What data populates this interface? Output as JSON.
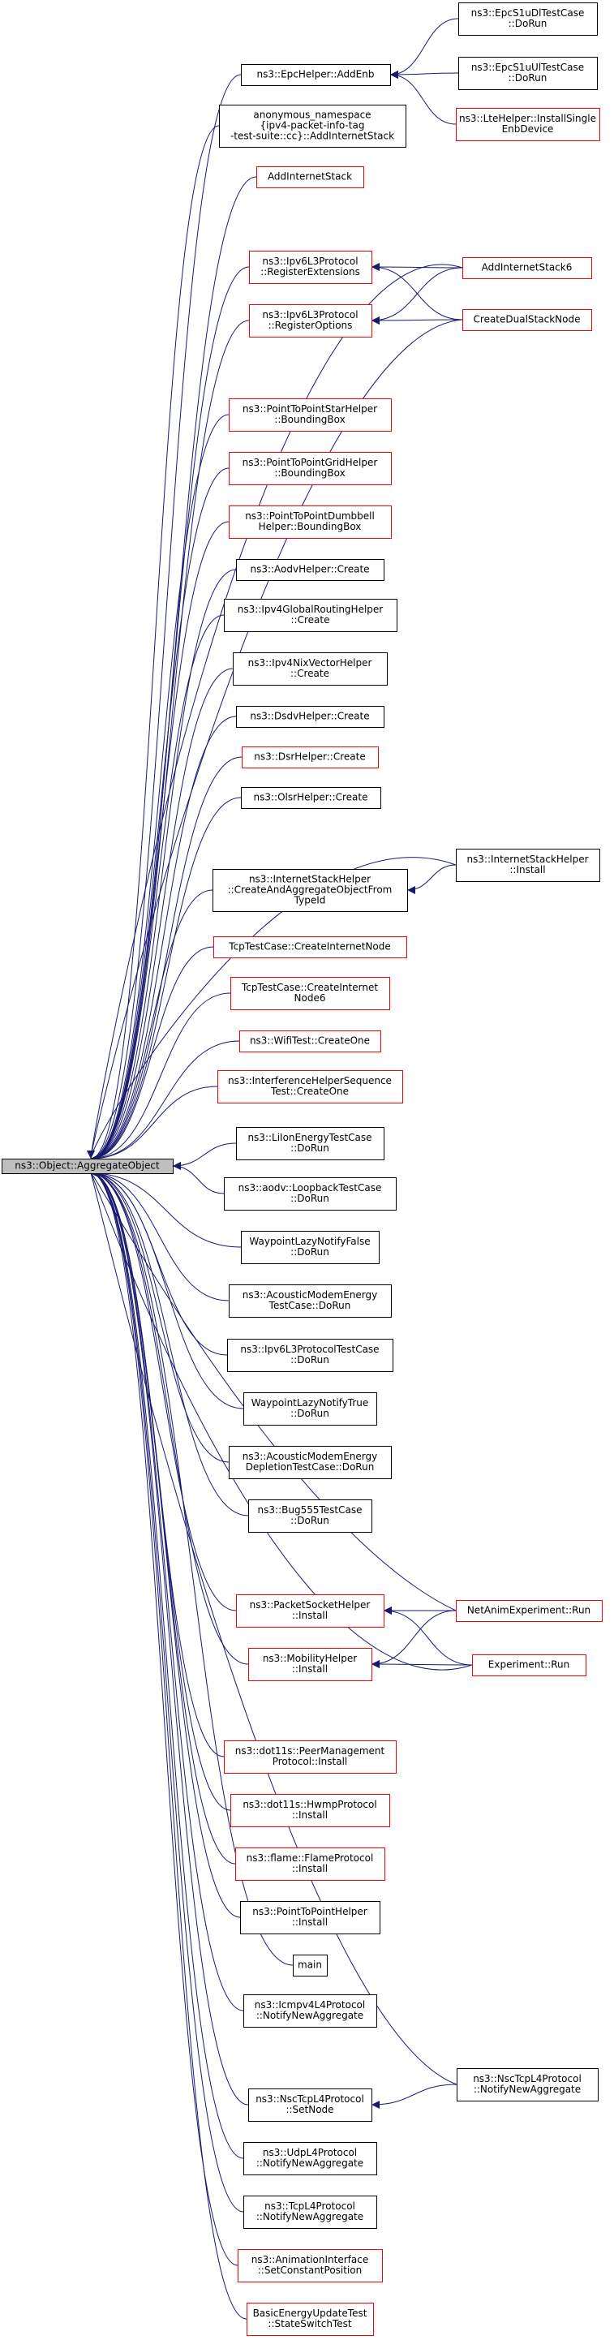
{
  "colors": {
    "edge": "#191970",
    "normal_border": "#000000",
    "red_border": "#ff0000",
    "root_fill": "#bfbfbf",
    "node_fill": "#ffffff"
  },
  "root": {
    "id": "root",
    "lines": [
      "ns3::Object::AggregateObject"
    ]
  },
  "nodes": [
    {
      "id": "epc_addenb",
      "lines": [
        "ns3::EpcHelper::AddEnb"
      ],
      "style": "black"
    },
    {
      "id": "epc_dl",
      "lines": [
        "ns3::EpcS1uDlTestCase",
        "::DoRun"
      ],
      "style": "black"
    },
    {
      "id": "epc_ul",
      "lines": [
        "ns3::EpcS1uUlTestCase",
        "::DoRun"
      ],
      "style": "black"
    },
    {
      "id": "lte_install",
      "lines": [
        "ns3::LteHelper::InstallSingle",
        "EnbDevice"
      ],
      "style": "red"
    },
    {
      "id": "anon_ns",
      "lines": [
        "anonymous_namespace",
        "{ipv4-packet-info-tag",
        "-test-suite::cc}::AddInternetStack"
      ],
      "style": "black"
    },
    {
      "id": "add_inet_stack",
      "lines": [
        "AddInternetStack"
      ],
      "style": "red"
    },
    {
      "id": "ipv6_regext",
      "lines": [
        "ns3::Ipv6L3Protocol",
        "::RegisterExtensions"
      ],
      "style": "red"
    },
    {
      "id": "add_inet_stack6",
      "lines": [
        "AddInternetStack6"
      ],
      "style": "red"
    },
    {
      "id": "ipv6_regopt",
      "lines": [
        "ns3::Ipv6L3Protocol",
        "::RegisterOptions"
      ],
      "style": "red"
    },
    {
      "id": "create_dual",
      "lines": [
        "CreateDualStackNode"
      ],
      "style": "red"
    },
    {
      "id": "p2p_star",
      "lines": [
        "ns3::PointToPointStarHelper",
        "::BoundingBox"
      ],
      "style": "red"
    },
    {
      "id": "p2p_grid",
      "lines": [
        "ns3::PointToPointGridHelper",
        "::BoundingBox"
      ],
      "style": "red"
    },
    {
      "id": "p2p_dumbbell",
      "lines": [
        "ns3::PointToPointDumbbell",
        "Helper::BoundingBox"
      ],
      "style": "red"
    },
    {
      "id": "aodv_create",
      "lines": [
        "ns3::AodvHelper::Create"
      ],
      "style": "black"
    },
    {
      "id": "ipv4grh_create",
      "lines": [
        "ns3::Ipv4GlobalRoutingHelper",
        "::Create"
      ],
      "style": "black"
    },
    {
      "id": "ipv4nix_create",
      "lines": [
        "ns3::Ipv4NixVectorHelper",
        "::Create"
      ],
      "style": "black"
    },
    {
      "id": "dsdv_create",
      "lines": [
        "ns3::DsdvHelper::Create"
      ],
      "style": "black"
    },
    {
      "id": "dsr_create",
      "lines": [
        "ns3::DsrHelper::Create"
      ],
      "style": "red"
    },
    {
      "id": "olsr_create",
      "lines": [
        "ns3::OlsrHelper::Create"
      ],
      "style": "black"
    },
    {
      "id": "ish_install",
      "lines": [
        "ns3::InternetStackHelper",
        "::Install"
      ],
      "style": "black"
    },
    {
      "id": "ish_create",
      "lines": [
        "ns3::InternetStackHelper",
        "::CreateAndAggregateObjectFrom",
        "TypeId"
      ],
      "style": "black"
    },
    {
      "id": "tcp_cin",
      "lines": [
        "TcpTestCase::CreateInternetNode"
      ],
      "style": "red"
    },
    {
      "id": "tcp_cin6",
      "lines": [
        "TcpTestCase::CreateInternet",
        "Node6"
      ],
      "style": "red"
    },
    {
      "id": "wifi_createone",
      "lines": [
        "ns3::WifiTest::CreateOne"
      ],
      "style": "red"
    },
    {
      "id": "interference",
      "lines": [
        "ns3::InterferenceHelperSequence",
        "Test::CreateOne"
      ],
      "style": "red"
    },
    {
      "id": "liion",
      "lines": [
        "ns3::LiIonEnergyTestCase",
        "::DoRun"
      ],
      "style": "black"
    },
    {
      "id": "aodv_loop",
      "lines": [
        "ns3::aodv::LoopbackTestCase",
        "::DoRun"
      ],
      "style": "black"
    },
    {
      "id": "waypoint_false",
      "lines": [
        "WaypointLazyNotifyFalse",
        "::DoRun"
      ],
      "style": "black"
    },
    {
      "id": "acoustic_energy",
      "lines": [
        "ns3::AcousticModemEnergy",
        "TestCase::DoRun"
      ],
      "style": "black"
    },
    {
      "id": "ipv6l3_test",
      "lines": [
        "ns3::Ipv6L3ProtocolTestCase",
        "::DoRun"
      ],
      "style": "black"
    },
    {
      "id": "waypoint_true",
      "lines": [
        "WaypointLazyNotifyTrue",
        "::DoRun"
      ],
      "style": "black"
    },
    {
      "id": "acoustic_depletion",
      "lines": [
        "ns3::AcousticModemEnergy",
        "DepletionTestCase::DoRun"
      ],
      "style": "black"
    },
    {
      "id": "bug555",
      "lines": [
        "ns3::Bug555TestCase",
        "::DoRun"
      ],
      "style": "black"
    },
    {
      "id": "packet_socket",
      "lines": [
        "ns3::PacketSocketHelper",
        "::Install"
      ],
      "style": "red"
    },
    {
      "id": "netanim_run",
      "lines": [
        "NetAnimExperiment::Run"
      ],
      "style": "red"
    },
    {
      "id": "mobility_install",
      "lines": [
        "ns3::MobilityHelper",
        "::Install"
      ],
      "style": "red"
    },
    {
      "id": "experiment_run",
      "lines": [
        "Experiment::Run"
      ],
      "style": "red"
    },
    {
      "id": "dot11s_peer",
      "lines": [
        "ns3::dot11s::PeerManagement",
        "Protocol::Install"
      ],
      "style": "red"
    },
    {
      "id": "dot11s_hwmp",
      "lines": [
        "ns3::dot11s::HwmpProtocol",
        "::Install"
      ],
      "style": "red"
    },
    {
      "id": "flame",
      "lines": [
        "ns3::flame::FlameProtocol",
        "::Install"
      ],
      "style": "red"
    },
    {
      "id": "p2p_helper",
      "lines": [
        "ns3::PointToPointHelper",
        "::Install"
      ],
      "style": "black"
    },
    {
      "id": "main",
      "lines": [
        "main"
      ],
      "style": "black"
    },
    {
      "id": "icmpv4",
      "lines": [
        "ns3::Icmpv4L4Protocol",
        "::NotifyNewAggregate"
      ],
      "style": "black"
    },
    {
      "id": "nsc_setnode",
      "lines": [
        "ns3::NscTcpL4Protocol",
        "::SetNode"
      ],
      "style": "black"
    },
    {
      "id": "nsc_notify",
      "lines": [
        "ns3::NscTcpL4Protocol",
        "::NotifyNewAggregate"
      ],
      "style": "black"
    },
    {
      "id": "udp_notify",
      "lines": [
        "ns3::UdpL4Protocol",
        "::NotifyNewAggregate"
      ],
      "style": "black"
    },
    {
      "id": "tcp_notify",
      "lines": [
        "ns3::TcpL4Protocol",
        "::NotifyNewAggregate"
      ],
      "style": "black"
    },
    {
      "id": "anim_setpos",
      "lines": [
        "ns3::AnimationInterface",
        "::SetConstantPosition"
      ],
      "style": "red"
    },
    {
      "id": "basic_energy",
      "lines": [
        "BasicEnergyUpdateTest",
        "::StateSwitchTest"
      ],
      "style": "red"
    }
  ],
  "edges": [
    [
      "epc_addenb",
      "root"
    ],
    [
      "epc_dl",
      "epc_addenb"
    ],
    [
      "epc_ul",
      "epc_addenb"
    ],
    [
      "lte_install",
      "epc_addenb"
    ],
    [
      "anon_ns",
      "root"
    ],
    [
      "add_inet_stack",
      "root"
    ],
    [
      "add_inet_stack6",
      "root"
    ],
    [
      "ipv6_regext",
      "root"
    ],
    [
      "add_inet_stack6",
      "ipv6_regext"
    ],
    [
      "create_dual",
      "ipv6_regext"
    ],
    [
      "ipv6_regopt",
      "root"
    ],
    [
      "add_inet_stack6",
      "ipv6_regopt"
    ],
    [
      "create_dual",
      "ipv6_regopt"
    ],
    [
      "create_dual",
      "root"
    ],
    [
      "p2p_star",
      "root"
    ],
    [
      "p2p_grid",
      "root"
    ],
    [
      "p2p_dumbbell",
      "root"
    ],
    [
      "aodv_create",
      "root"
    ],
    [
      "ipv4grh_create",
      "root"
    ],
    [
      "ipv4nix_create",
      "root"
    ],
    [
      "dsdv_create",
      "root"
    ],
    [
      "dsr_create",
      "root"
    ],
    [
      "olsr_create",
      "root"
    ],
    [
      "ish_install",
      "root"
    ],
    [
      "ish_create",
      "root"
    ],
    [
      "ish_install",
      "ish_create"
    ],
    [
      "tcp_cin",
      "root"
    ],
    [
      "tcp_cin6",
      "root"
    ],
    [
      "wifi_createone",
      "root"
    ],
    [
      "interference",
      "root"
    ],
    [
      "liion",
      "root"
    ],
    [
      "aodv_loop",
      "root"
    ],
    [
      "waypoint_false",
      "root"
    ],
    [
      "acoustic_energy",
      "root"
    ],
    [
      "ipv6l3_test",
      "root"
    ],
    [
      "waypoint_true",
      "root"
    ],
    [
      "acoustic_depletion",
      "root"
    ],
    [
      "bug555",
      "root"
    ],
    [
      "netanim_run",
      "root"
    ],
    [
      "packet_socket",
      "root"
    ],
    [
      "netanim_run",
      "packet_socket"
    ],
    [
      "experiment_run",
      "packet_socket"
    ],
    [
      "mobility_install",
      "root"
    ],
    [
      "netanim_run",
      "mobility_install"
    ],
    [
      "experiment_run",
      "mobility_install"
    ],
    [
      "experiment_run",
      "root"
    ],
    [
      "dot11s_peer",
      "root"
    ],
    [
      "dot11s_hwmp",
      "root"
    ],
    [
      "flame",
      "root"
    ],
    [
      "p2p_helper",
      "root"
    ],
    [
      "main",
      "root"
    ],
    [
      "icmpv4",
      "root"
    ],
    [
      "nsc_setnode",
      "root"
    ],
    [
      "nsc_notify",
      "nsc_setnode"
    ],
    [
      "nsc_notify",
      "root"
    ],
    [
      "udp_notify",
      "root"
    ],
    [
      "tcp_notify",
      "root"
    ],
    [
      "anim_setpos",
      "root"
    ],
    [
      "basic_energy",
      "root"
    ]
  ]
}
